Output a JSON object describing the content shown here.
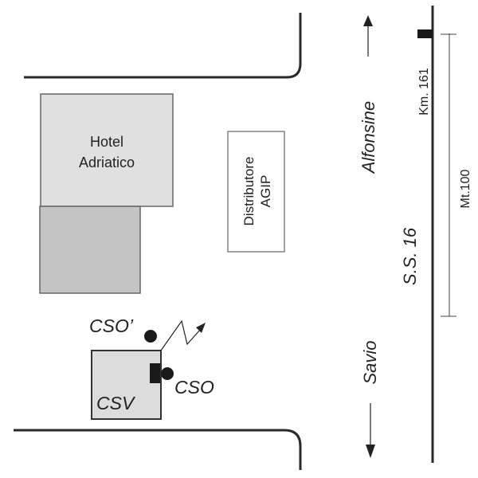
{
  "buildings": {
    "hotel": {
      "line1": "Hotel",
      "line2": "Adriatico"
    },
    "distributor": {
      "line1": "Distributore",
      "line2": "AGIP"
    },
    "csv": {
      "label": "CSV"
    }
  },
  "stations": {
    "cso": "CSO",
    "cso_prime": "CSO’"
  },
  "road": {
    "name": "S.S. 16",
    "km_marker": "Km. 161",
    "distance": "Mt.100"
  },
  "directions": {
    "north": "Alfonsine",
    "south": "Savio"
  },
  "colors": {
    "hotel_fill": "#e0e0e0",
    "annex_fill": "#c4c4c4",
    "csv_fill": "#dcdcdc",
    "line": "#2a2a2a",
    "outline": "#666666"
  }
}
